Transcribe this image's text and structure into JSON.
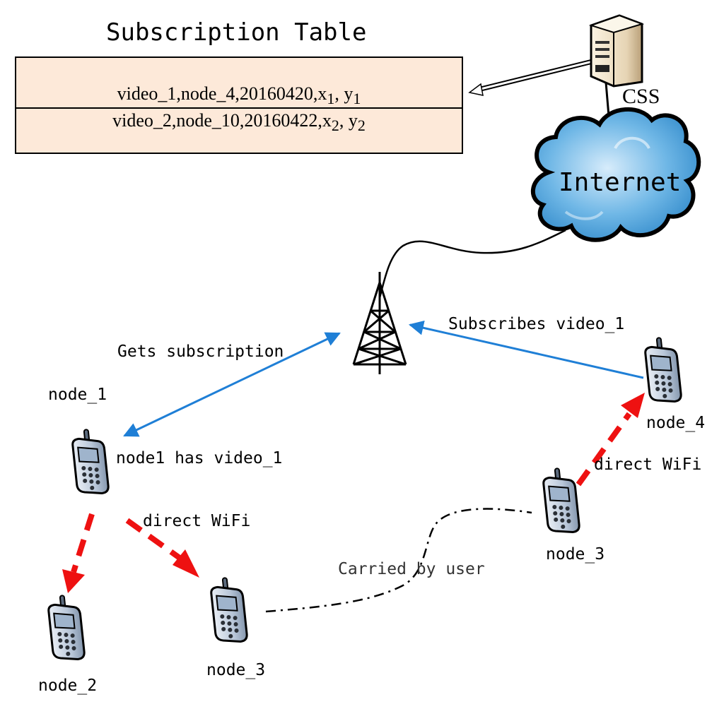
{
  "title": "Subscription Table",
  "table": {
    "rows": [
      {
        "prefix": "video_1,node_4,20160420,",
        "x": "x",
        "xs": "1",
        "sep": ", ",
        "y": "y",
        "ys": "1"
      },
      {
        "prefix": "video_2,node_10,20160422,",
        "x": "x",
        "xs": "2",
        "sep": ", ",
        "y": "y",
        "ys": "2"
      }
    ]
  },
  "server": {
    "label": "CSS"
  },
  "cloud": {
    "label": "Internet"
  },
  "labels": {
    "gets_subscription": "Gets subscription",
    "subscribes": "Subscribes video_1",
    "node1_has": "node1 has video_1",
    "direct_wifi_left": "direct WiFi",
    "direct_wifi_right": "direct WiFi",
    "carried_by_user": "Carried by user"
  },
  "nodes": {
    "node_1": "node_1",
    "node_2": "node_2",
    "node_3_left": "node_3",
    "node_3_right": "node_3",
    "node_4": "node_4"
  },
  "colors": {
    "table_fill": "#fde9d9",
    "blue_arrow": "#1f7fd6",
    "red_arrow": "#ee1111",
    "cloud": "#3a9ad9"
  }
}
